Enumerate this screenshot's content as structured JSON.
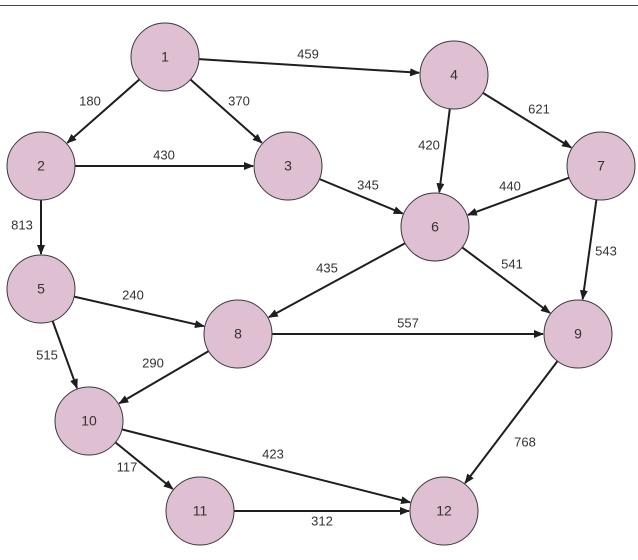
{
  "graph": {
    "colors": {
      "node_fill": "#dfbfd2",
      "node_stroke": "#3a3a3a",
      "edge": "#1e1e1e",
      "text": "#333333"
    },
    "nodes": [
      {
        "id": "1",
        "label": "1"
      },
      {
        "id": "2",
        "label": "2"
      },
      {
        "id": "3",
        "label": "3"
      },
      {
        "id": "4",
        "label": "4"
      },
      {
        "id": "5",
        "label": "5"
      },
      {
        "id": "6",
        "label": "6"
      },
      {
        "id": "7",
        "label": "7"
      },
      {
        "id": "8",
        "label": "8"
      },
      {
        "id": "9",
        "label": "9"
      },
      {
        "id": "10",
        "label": "10"
      },
      {
        "id": "11",
        "label": "11"
      },
      {
        "id": "12",
        "label": "12"
      }
    ],
    "edges": [
      {
        "from": "1",
        "to": "2",
        "weight": "180"
      },
      {
        "from": "1",
        "to": "3",
        "weight": "370"
      },
      {
        "from": "1",
        "to": "4",
        "weight": "459"
      },
      {
        "from": "2",
        "to": "3",
        "weight": "430"
      },
      {
        "from": "2",
        "to": "5",
        "weight": "813"
      },
      {
        "from": "3",
        "to": "6",
        "weight": "345"
      },
      {
        "from": "4",
        "to": "6",
        "weight": "420"
      },
      {
        "from": "4",
        "to": "7",
        "weight": "621"
      },
      {
        "from": "7",
        "to": "6",
        "weight": "440"
      },
      {
        "from": "7",
        "to": "9",
        "weight": "543"
      },
      {
        "from": "6",
        "to": "8",
        "weight": "435"
      },
      {
        "from": "6",
        "to": "9",
        "weight": "541"
      },
      {
        "from": "5",
        "to": "8",
        "weight": "240"
      },
      {
        "from": "5",
        "to": "10",
        "weight": "515"
      },
      {
        "from": "8",
        "to": "9",
        "weight": "557"
      },
      {
        "from": "8",
        "to": "10",
        "weight": "290"
      },
      {
        "from": "10",
        "to": "11",
        "weight": "117"
      },
      {
        "from": "10",
        "to": "12",
        "weight": "423"
      },
      {
        "from": "11",
        "to": "12",
        "weight": "312"
      },
      {
        "from": "9",
        "to": "12",
        "weight": "768"
      }
    ]
  }
}
